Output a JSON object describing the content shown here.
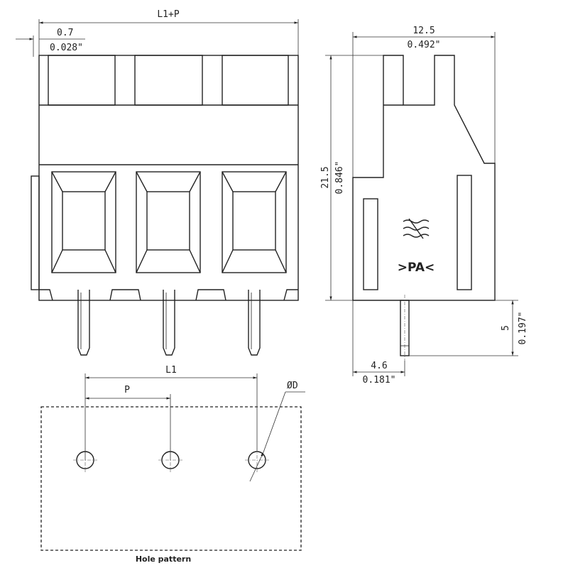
{
  "front_view": {
    "dim_overall_label": "L1+P",
    "dim_offset_mm": "0.7",
    "dim_offset_in": "0.028\""
  },
  "side_view": {
    "dim_width_mm": "12.5",
    "dim_width_in": "0.492\"",
    "dim_height_mm": "21.5",
    "dim_height_in": "0.846\"",
    "dim_pin_length_mm": "5",
    "dim_pin_length_in": "0.197\"",
    "dim_pin_offset_mm": "4.6",
    "dim_pin_offset_in": "0.181\"",
    "material_mark": ">PA<",
    "logo_icon": "manufacturer-logo-icon"
  },
  "hole_pattern": {
    "caption": "Hole pattern",
    "dim_span_label": "L1",
    "dim_pitch_label": "P",
    "dim_diameter_label": "ØD"
  },
  "colors": {
    "line": "#222222",
    "body_fill": "#ffffff",
    "background": "#ffffff"
  }
}
